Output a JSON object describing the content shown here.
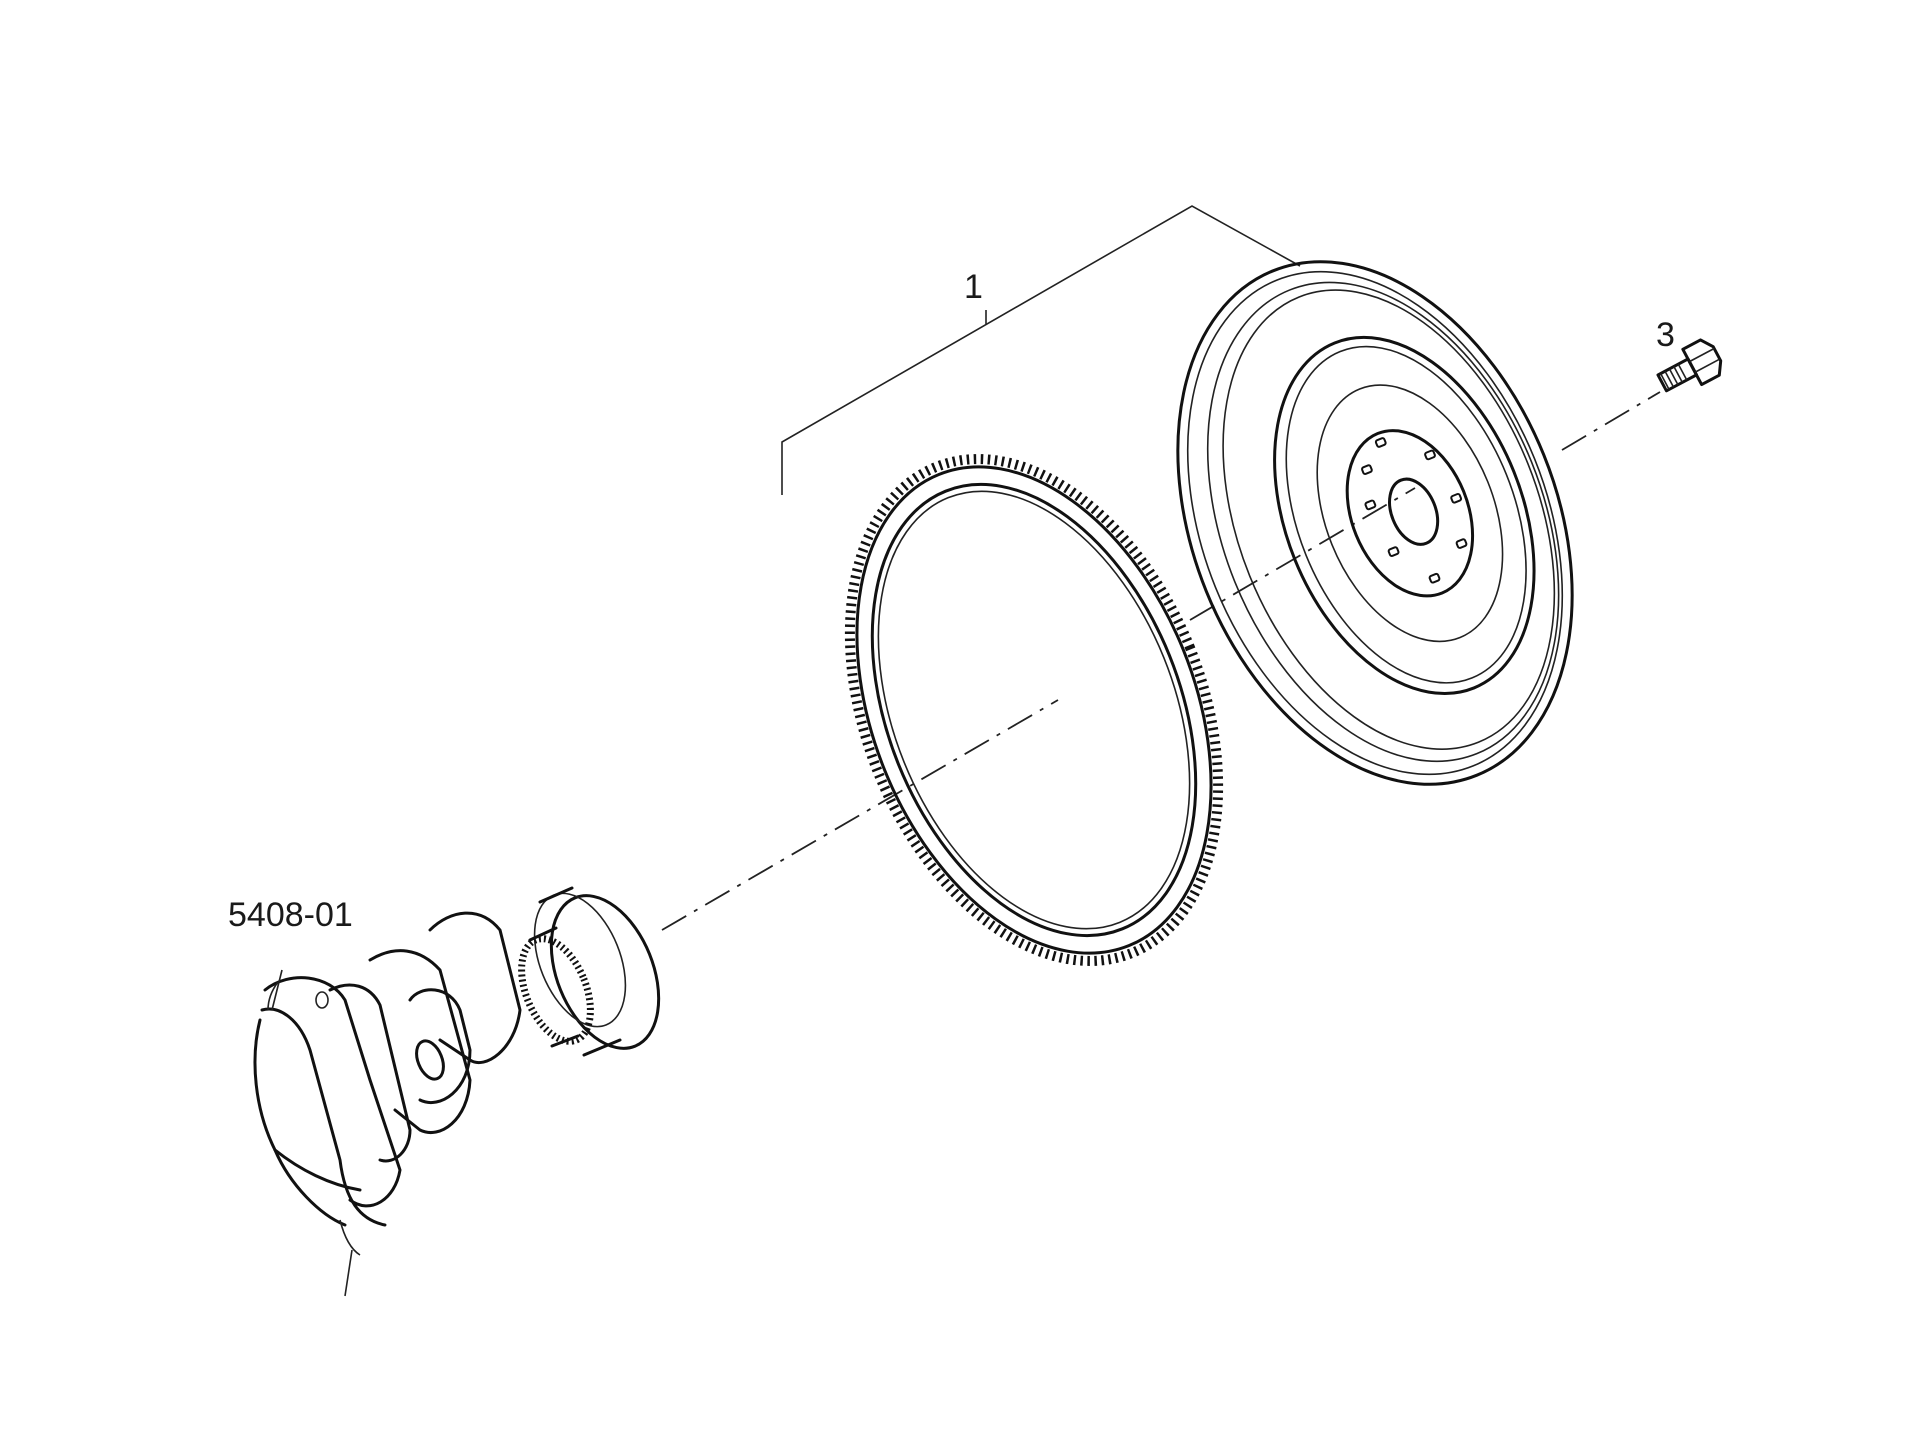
{
  "callouts": {
    "flywheel_assembly": "1",
    "bolt": "3",
    "crankshaft_ref": "5408-01"
  },
  "colors": {
    "line": "#111111",
    "background": "#ffffff"
  }
}
